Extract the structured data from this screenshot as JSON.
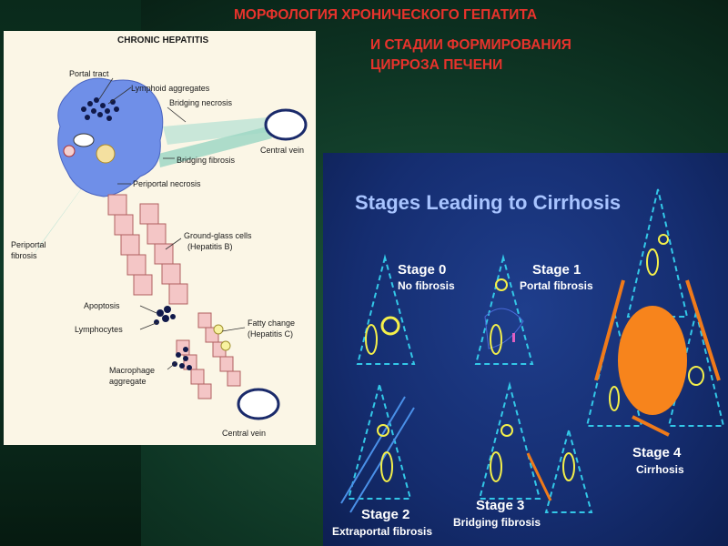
{
  "slide": {
    "title_line1": "МОРФОЛОГИЯ ХРОНИЧЕСКОГО ГЕПАТИТА",
    "title_line2": "И СТАДИИ ФОРМИРОВАНИЯ",
    "title_line3": "ЦИРРОЗА ПЕЧЕНИ",
    "title_color": "#e8332c"
  },
  "left_figure": {
    "title": "CHRONIC HEPATITIS",
    "labels": {
      "portal_tract": "Portal tract",
      "lymphoid_aggregates": "Lymphoid aggregates",
      "bridging_necrosis": "Bridging necrosis",
      "central_vein_top": "Central vein",
      "bridging_fibrosis": "Bridging fibrosis",
      "periportal_necrosis": "Periportal necrosis",
      "periportal_fibrosis_1": "Periportal",
      "periportal_fibrosis_2": "fibrosis",
      "ground_glass_1": "Ground-glass cells",
      "ground_glass_2": "(Hepatitis B)",
      "apoptosis": "Apoptosis",
      "lymphocytes": "Lymphocytes",
      "fatty_change_1": "Fatty change",
      "fatty_change_2": "(Hepatitis C)",
      "macrophage_1": "Macrophage",
      "macrophage_2": "aggregate",
      "central_vein_bottom": "Central vein"
    }
  },
  "right_figure": {
    "title": "Stages Leading to Cirrhosis",
    "stages": [
      {
        "name": "Stage 0",
        "desc": "No fibrosis"
      },
      {
        "name": "Stage 1",
        "desc": "Portal fibrosis"
      },
      {
        "name": "Stage 2",
        "desc": "Extraportal fibrosis"
      },
      {
        "name": "Stage 3",
        "desc": "Bridging fibrosis"
      },
      {
        "name": "Stage 4",
        "desc": "Cirrhosis"
      }
    ],
    "colors": {
      "fibrosis": "#f07a1a",
      "vessel": "#f4f04a",
      "duct": "#e060c0",
      "outline": "#33c8e8"
    }
  }
}
